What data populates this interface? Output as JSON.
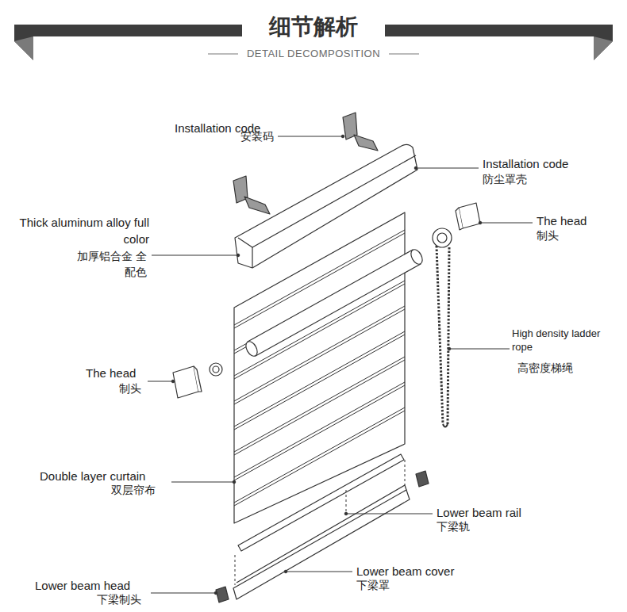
{
  "diagram": {
    "title": "细节解析",
    "labels": [
      "DETAIL DECOMPOSITION",
      "Installation code",
      "安装码",
      "Installation code",
      "防尘罩壳",
      "Thick aluminum alloy full color",
      "加厚铝合金 全配色",
      "The head",
      "制头",
      "High density ladder rope",
      "高密度梯绳",
      "The head",
      "制头",
      "Double layer curtain",
      "双层帘布",
      "Lower beam rail",
      "下梁轨",
      "Lower beam cover",
      "下梁罩",
      "Lower beam head",
      "下梁制头"
    ]
  }
}
